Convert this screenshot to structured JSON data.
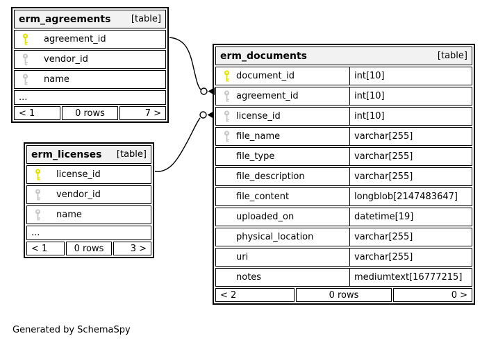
{
  "note": "Generated by SchemaSpy",
  "colors": {
    "primary_key": "#e3e300",
    "index_key": "#c8c8c8",
    "header_bg": "#f2f2f2",
    "border": "#000000"
  },
  "tables": [
    {
      "title": "erm_agreements",
      "tag": "[table]",
      "columns": [
        {
          "name": "agreement_id",
          "key": "primary"
        },
        {
          "name": "vendor_id",
          "key": "index"
        },
        {
          "name": "name",
          "key": "index"
        }
      ],
      "ellipsis": "...",
      "footer": {
        "left": "< 1",
        "center": "0 rows",
        "right": "7 >"
      }
    },
    {
      "title": "erm_licenses",
      "tag": "[table]",
      "columns": [
        {
          "name": "license_id",
          "key": "primary"
        },
        {
          "name": "vendor_id",
          "key": "index"
        },
        {
          "name": "name",
          "key": "index"
        }
      ],
      "ellipsis": "...",
      "footer": {
        "left": "< 1",
        "center": "0 rows",
        "right": "3 >"
      }
    },
    {
      "title": "erm_documents",
      "tag": "[table]",
      "columns": [
        {
          "name": "document_id",
          "type": "int[10]",
          "key": "primary"
        },
        {
          "name": "agreement_id",
          "type": "int[10]",
          "key": "index"
        },
        {
          "name": "license_id",
          "type": "int[10]",
          "key": "index"
        },
        {
          "name": "file_name",
          "type": "varchar[255]",
          "key": "index"
        },
        {
          "name": "file_type",
          "type": "varchar[255]",
          "key": "none"
        },
        {
          "name": "file_description",
          "type": "varchar[255]",
          "key": "none"
        },
        {
          "name": "file_content",
          "type": "longblob[2147483647]",
          "key": "none"
        },
        {
          "name": "uploaded_on",
          "type": "datetime[19]",
          "key": "none"
        },
        {
          "name": "physical_location",
          "type": "varchar[255]",
          "key": "none"
        },
        {
          "name": "uri",
          "type": "varchar[255]",
          "key": "none"
        },
        {
          "name": "notes",
          "type": "mediumtext[16777215]",
          "key": "none"
        }
      ],
      "footer": {
        "left": "< 2",
        "center": "0 rows",
        "right": "0 >"
      }
    }
  ],
  "relationships": [
    {
      "from_table": "erm_agreements",
      "from_column": "agreement_id",
      "to_table": "erm_documents",
      "to_column": "agreement_id"
    },
    {
      "from_table": "erm_licenses",
      "from_column": "license_id",
      "to_table": "erm_documents",
      "to_column": "license_id"
    }
  ]
}
